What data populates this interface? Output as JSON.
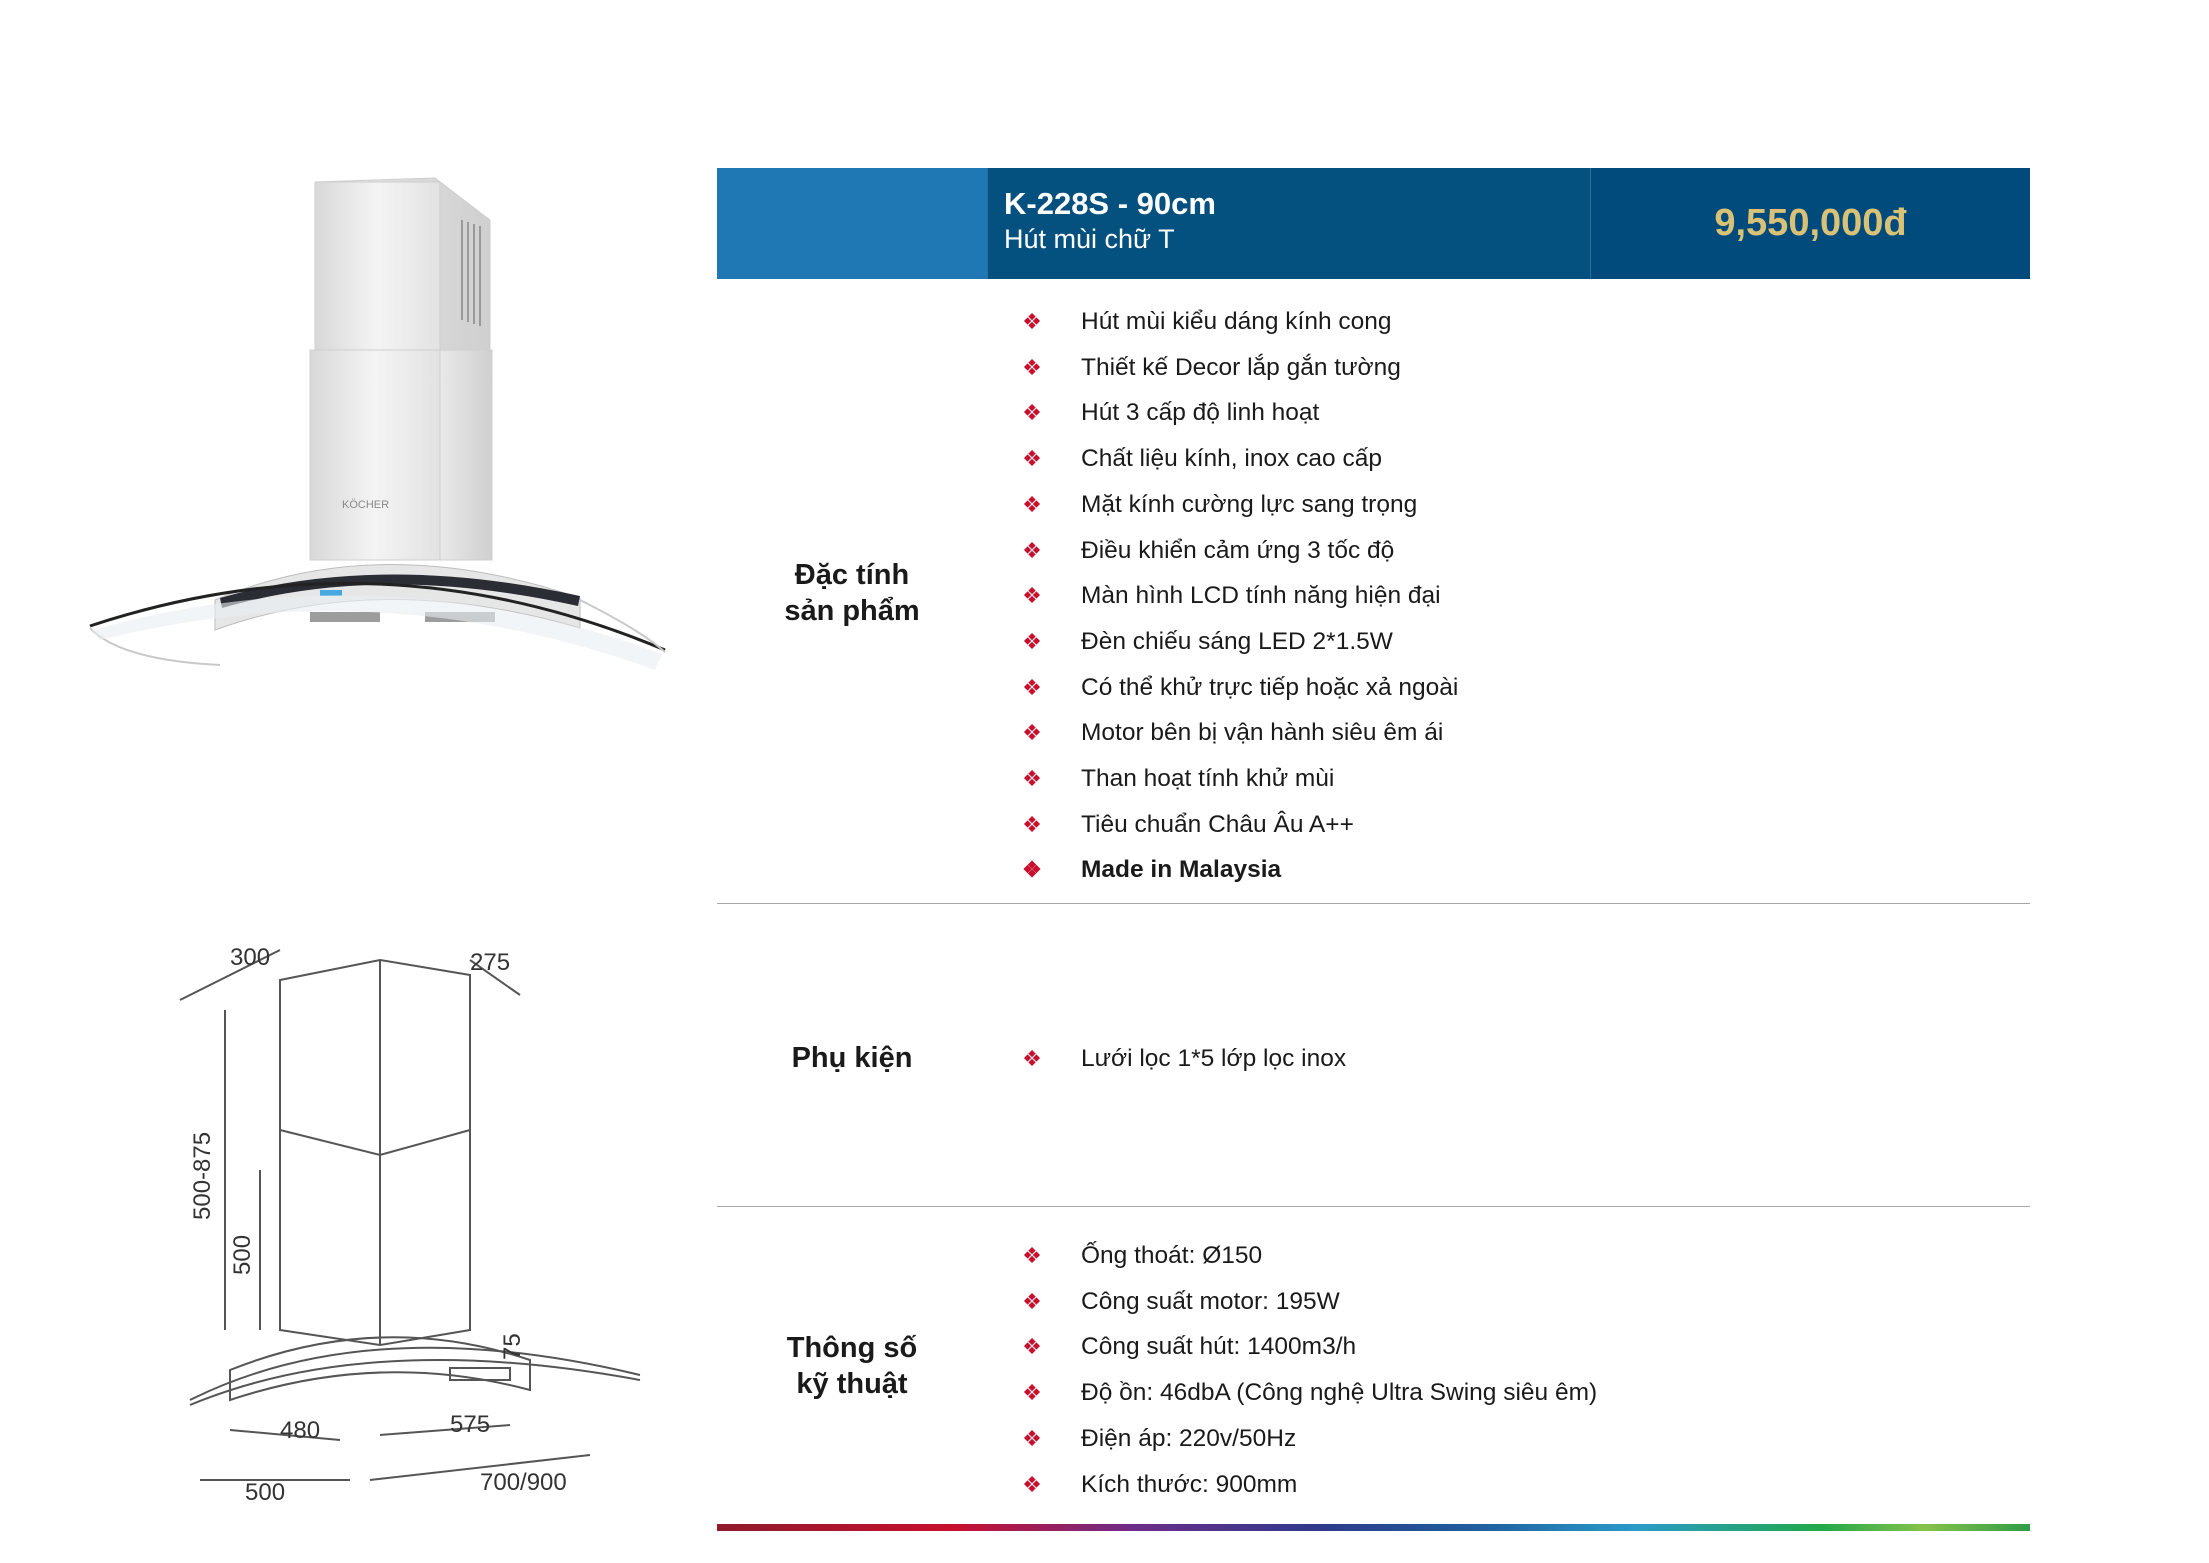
{
  "header": {
    "model": "K-228S - 90cm",
    "subtitle": "Hút mùi chữ T",
    "price": "9,550,000đ"
  },
  "features": {
    "label_line1": "Đặc tính",
    "label_line2": "sản phẩm",
    "items": [
      "Hút mùi kiểu dáng kính cong",
      "Thiết kế Decor lắp gắn tường",
      "Hút 3 cấp độ linh hoạt",
      "Chất liệu kính, inox cao cấp",
      "Mặt kính cường lực sang trọng",
      "Điều khiển cảm ứng 3 tốc độ",
      "Màn hình LCD tính năng hiện đại",
      "Đèn chiếu sáng LED 2*1.5W",
      "Có thể khử trực tiếp hoặc xả ngoài",
      "Motor bên bị vận hành siêu êm ái",
      "Than hoạt tính khử mùi",
      "Tiêu chuẩn Châu Âu A++",
      "Made in Malaysia"
    ]
  },
  "accessories": {
    "label": "Phụ kiện",
    "items": [
      "Lưới lọc 1*5 lớp lọc inox"
    ]
  },
  "specs": {
    "label_line1": "Thông số",
    "label_line2": "kỹ thuật",
    "items": [
      "Ống thoát: Ø150",
      "Công suất motor: 195W",
      "Công suất hút: 1400m3/h",
      "Độ ồn: 46dbA (Công nghệ Ultra Swing siêu êm)",
      "Điện áp: 220v/50Hz",
      "Kích thước: 900mm"
    ]
  },
  "bullet_symbol": "❖",
  "product_image": {
    "brand_text": "KÖCHER"
  },
  "drawing": {
    "dim_300": "300",
    "dim_275": "275",
    "dim_500_875": "500-875",
    "dim_500": "500",
    "dim_75": "75",
    "dim_480": "480",
    "dim_575": "575",
    "dim_500_bottom": "500",
    "dim_700_900": "700/900"
  },
  "colors": {
    "header_left": "#1f78b4",
    "header_mid": "#04507f",
    "price": "#d9c275",
    "bullet": "#c8102e"
  }
}
